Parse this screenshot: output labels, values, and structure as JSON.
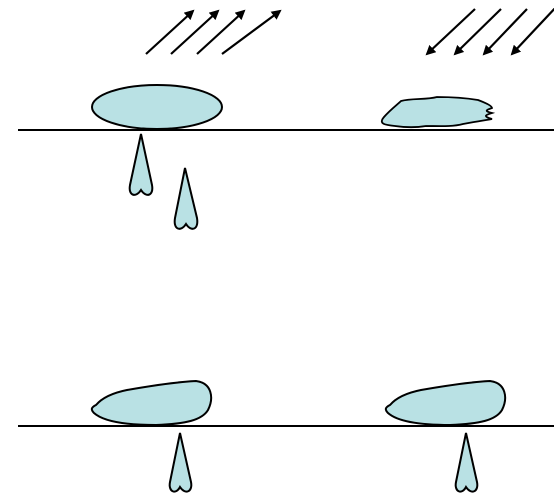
{
  "colors": {
    "fill": "#b9e1e4",
    "stroke": "#000000",
    "background": "#ffffff"
  },
  "icons": {
    "up_right_arrow": "arrow-up-right-icon",
    "down_left_arrow": "arrow-down-left-icon",
    "drop": "water-drop-icon"
  },
  "panels": [
    {
      "name": "top-left",
      "arrow_count": 4,
      "drop_count": 2
    },
    {
      "name": "top-right",
      "arrow_count": 4,
      "drop_count": 0
    },
    {
      "name": "bottom-left",
      "arrow_count": 0,
      "drop_count": 1
    },
    {
      "name": "bottom-right",
      "arrow_count": 0,
      "drop_count": 1
    }
  ]
}
